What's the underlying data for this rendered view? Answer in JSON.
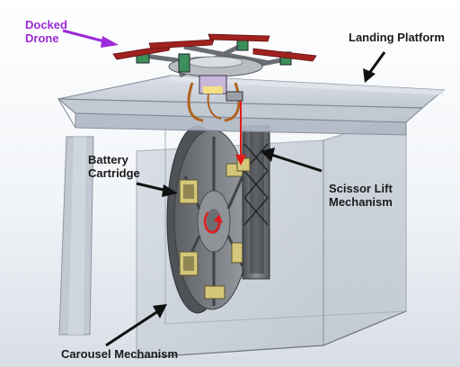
{
  "labels": {
    "docked_drone": [
      "Docked",
      "Drone"
    ],
    "landing_platform": "Landing Platform",
    "battery_cartridge": [
      "Battery",
      "Cartridge"
    ],
    "scissor_lift": [
      "Scissor Lift",
      "Mechanism"
    ],
    "carousel": "Carousel Mechanism"
  },
  "colors": {
    "drone_label": "#9b2bd8",
    "lift_arrow": "#e11b1b",
    "rotation_arrow": "#e11b1b",
    "enclosure_glass": "#c9d1dc",
    "battery_color": "#d4c77a"
  }
}
